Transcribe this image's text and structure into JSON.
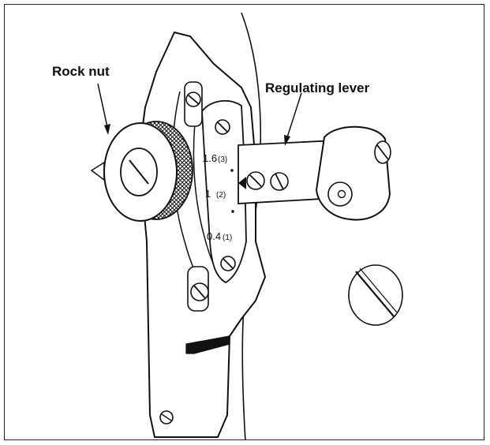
{
  "figure": {
    "labels": {
      "rock_nut": "Rock nut",
      "regulating_lever": "Regulating lever"
    },
    "scale_marks": [
      {
        "value": "1.6",
        "index": "(3)"
      },
      {
        "value": "1",
        "index": "(2)"
      },
      {
        "value": "0.4",
        "index": "(1)"
      }
    ],
    "colors": {
      "line": "#111111",
      "background": "#ffffff"
    }
  }
}
